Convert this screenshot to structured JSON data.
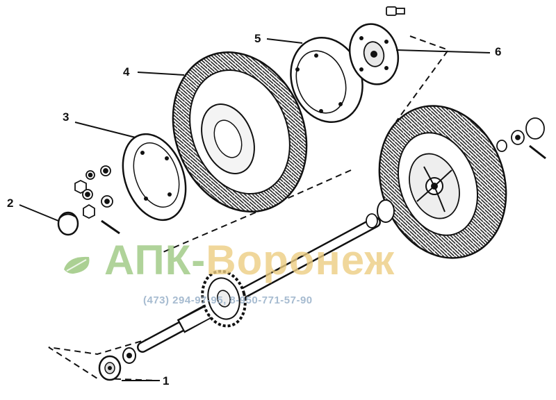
{
  "callouts": [
    {
      "id": "1",
      "label": "1"
    },
    {
      "id": "2",
      "label": "2"
    },
    {
      "id": "3",
      "label": "3"
    },
    {
      "id": "4",
      "label": "4"
    },
    {
      "id": "5",
      "label": "5"
    },
    {
      "id": "6",
      "label": "6"
    }
  ],
  "watermark": {
    "brand_part1": "АПК-",
    "brand_part2": "Воронеж",
    "phone": "(473) 294-97-95, 8-950-771-57-90",
    "logo_icon": "leaf-icon",
    "color_green": "#96c478",
    "color_tan": "#eccd82",
    "color_phone": "#96afc8"
  }
}
